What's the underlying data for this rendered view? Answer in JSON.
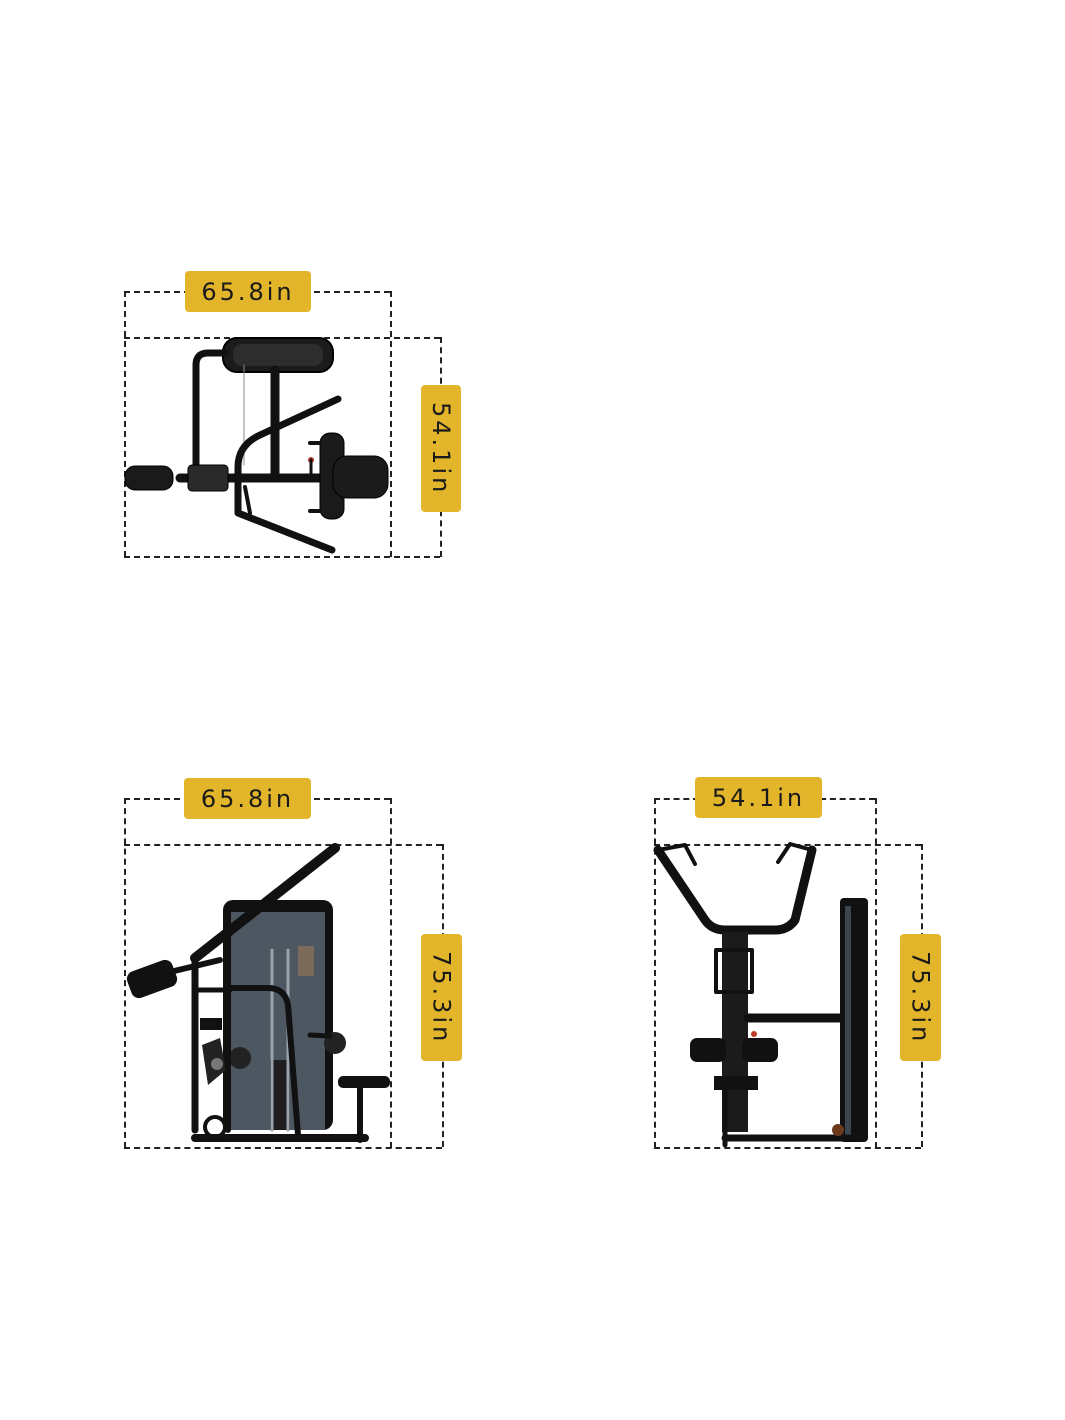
{
  "views": {
    "top": {
      "width_label": "65.8in",
      "depth_label": "54.1in"
    },
    "side": {
      "width_label": "65.8in",
      "height_label": "75.3in"
    },
    "front": {
      "width_label": "54.1in",
      "height_label": "75.3in"
    }
  },
  "colors": {
    "badge": "#e2b52a",
    "frame": "#111111",
    "shroud": "#4b5560",
    "background": "#ffffff"
  }
}
